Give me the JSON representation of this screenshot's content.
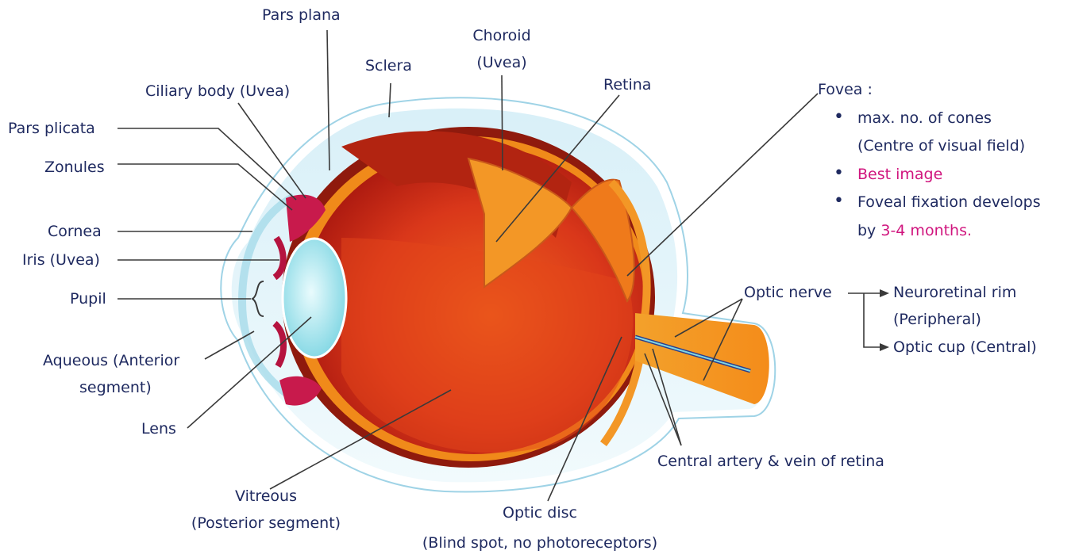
{
  "labels": {
    "pars_plana": "Pars plana",
    "choroid_1": "Choroid",
    "choroid_2": "(Uvea)",
    "sclera": "Sclera",
    "retina": "Retina",
    "ciliary_body": "Ciliary body (Uvea)",
    "pars_plicata": "Pars plicata",
    "zonules": "Zonules",
    "cornea": "Cornea",
    "iris": "Iris (Uvea)",
    "pupil": "Pupil",
    "aqueous_1": "Aqueous (Anterior",
    "aqueous_2": "segment)",
    "lens": "Lens",
    "vitreous_1": "Vitreous",
    "vitreous_2": "(Posterior segment)",
    "optic_disc_1": "Optic disc",
    "optic_disc_2": "(Blind spot, no photoreceptors)",
    "central_artery": "Central artery & vein of retina",
    "optic_nerve": "Optic nerve",
    "neuroretinal_1": "Neuroretinal rim",
    "neuroretinal_2": "(Peripheral)",
    "optic_cup": "Optic cup (Central)"
  },
  "fovea": {
    "title": "Fovea :",
    "bullet1_line1": "max. no. of cones",
    "bullet1_line2": "(Centre of visual field)",
    "bullet2": "Best image",
    "bullet3_line1": "Foveal fixation develops",
    "bullet3_line2_prefix": "by",
    "bullet3_line2_highlight": "3-4 months."
  },
  "colors": {
    "label_ink": "#1f2a60",
    "highlight_pink": "#d0157e",
    "sclera_blue": "#c9e9f4",
    "globe_red": "#c92c10",
    "retina_orange": "#f08a1a",
    "lens_cyan": "#a8e4ec"
  }
}
